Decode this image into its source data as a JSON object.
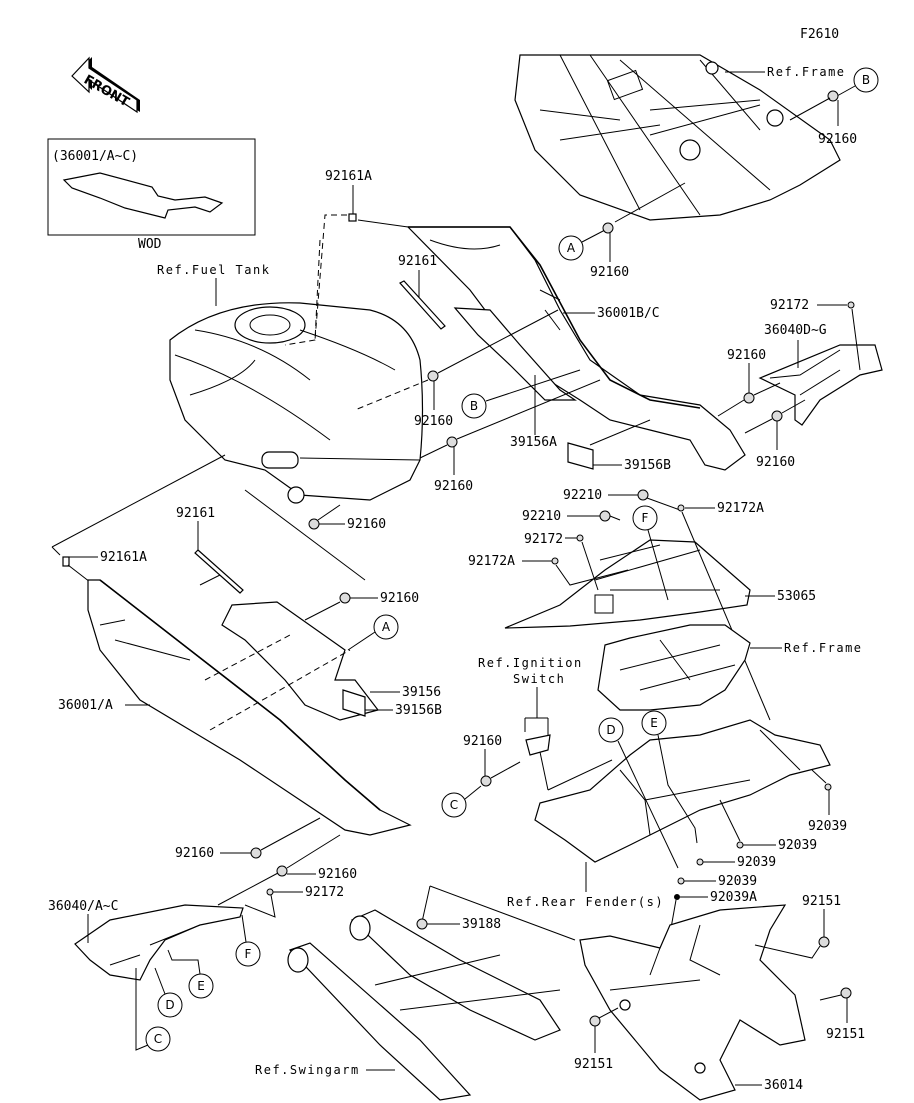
{
  "figure_code": "F2610",
  "front_arrow": {
    "label": "FRONT",
    "icon": "front-direction-arrow-icon"
  },
  "inset": {
    "title": "(36001/A~C)",
    "caption": "WOD"
  },
  "references": {
    "fuel_tank": "Ref.Fuel Tank",
    "frame_top": "Ref.Frame",
    "frame_mid": "Ref.Frame",
    "ignition_switch_line1": "Ref.Ignition",
    "ignition_switch_line2": "Switch",
    "rear_fenders": "Ref.Rear Fender(s)",
    "swingarm": "Ref.Swingarm"
  },
  "callouts": {
    "A1": "A",
    "A2": "A",
    "B1": "B",
    "B2": "B",
    "C1": "C",
    "C2": "C",
    "D1": "D",
    "D2": "D",
    "E1": "E",
    "E2": "E",
    "F1": "F",
    "F2": "F"
  },
  "parts": {
    "p92160_frame_b": "92160",
    "p92160_frame_a": "92160",
    "p92161A_top": "92161A",
    "p92161_top": "92161",
    "p36001BC": "36001B/C",
    "p92172_top": "92172",
    "p36040DG": "36040D~G",
    "p92160_tank1": "92160",
    "p92160_tank2": "92160",
    "p92160_cover1": "92160",
    "p92160_cover2": "92160",
    "p39156A": "39156A",
    "p39156B_top": "39156B",
    "p92160_tank_bottom": "92160",
    "p92161_left": "92161",
    "p92161A_left": "92161A",
    "p92160_left": "92160",
    "p36001A": "36001/A",
    "p39156": "39156",
    "p39156B_left": "39156B",
    "p92210_1": "92210",
    "p92210_2": "92210",
    "p92172A_1": "92172A",
    "p92172_mid": "92172",
    "p92172A_2": "92172A",
    "p53065": "53065",
    "p92160_ign": "92160",
    "p92039_1": "92039",
    "p92039_2": "92039",
    "p92039_3": "92039",
    "p92039_4": "92039",
    "p92039A": "92039A",
    "p92160_low1": "92160",
    "p92160_low2": "92160",
    "p92172_low": "92172",
    "p36040AC": "36040/A~C",
    "p39188": "39188",
    "p92151_1": "92151",
    "p92151_2": "92151",
    "p92151_3": "92151",
    "p36014": "36014"
  }
}
